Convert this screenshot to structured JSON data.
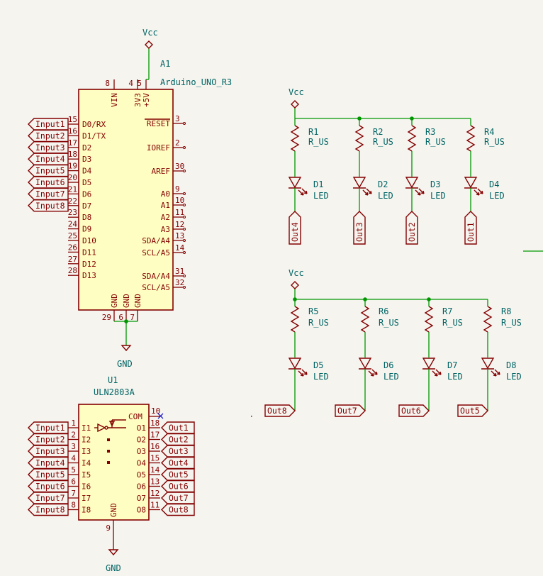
{
  "power": {
    "vcc": "Vcc",
    "gnd": "GND"
  },
  "arduino": {
    "ref": "A1",
    "value": "Arduino_UNO_R3",
    "left_pins": [
      {
        "num": "15",
        "name": "D0/RX",
        "label": "Input1"
      },
      {
        "num": "16",
        "name": "D1/TX",
        "label": "Input2"
      },
      {
        "num": "17",
        "name": "D2",
        "label": "Input3"
      },
      {
        "num": "18",
        "name": "D3",
        "label": "Input4"
      },
      {
        "num": "19",
        "name": "D4",
        "label": "Input5"
      },
      {
        "num": "20",
        "name": "D5",
        "label": "Input6"
      },
      {
        "num": "21",
        "name": "D6",
        "label": "Input7"
      },
      {
        "num": "22",
        "name": "D7",
        "label": "Input8"
      },
      {
        "num": "23",
        "name": "D8",
        "label": ""
      },
      {
        "num": "24",
        "name": "D9",
        "label": ""
      },
      {
        "num": "25",
        "name": "D10",
        "label": ""
      },
      {
        "num": "26",
        "name": "D11",
        "label": ""
      },
      {
        "num": "27",
        "name": "D12",
        "label": ""
      },
      {
        "num": "28",
        "name": "D13",
        "label": ""
      }
    ],
    "right_pins": [
      {
        "num": "3",
        "name": "RESET"
      },
      {
        "num": "2",
        "name": "IOREF"
      },
      {
        "num": "30",
        "name": "AREF"
      },
      {
        "num": "9",
        "name": "A0"
      },
      {
        "num": "10",
        "name": "A1"
      },
      {
        "num": "11",
        "name": "A2"
      },
      {
        "num": "12",
        "name": "A3"
      },
      {
        "num": "13",
        "name": "SDA/A4"
      },
      {
        "num": "14",
        "name": "SCL/A5"
      },
      {
        "num": "31",
        "name": "SDA/A4"
      },
      {
        "num": "32",
        "name": "SCL/A5"
      }
    ],
    "top_pins": [
      {
        "num": "8",
        "name": "VIN"
      },
      {
        "num": "4",
        "name": "3V3"
      },
      {
        "num": "5",
        "name": "+5V"
      }
    ],
    "bottom_pins": [
      {
        "num": "29",
        "name": "GND"
      },
      {
        "num": "6",
        "name": "GND"
      },
      {
        "num": "7",
        "name": "GND"
      }
    ]
  },
  "uln": {
    "ref": "U1",
    "value": "ULN2803A",
    "com_label": "COM",
    "com_pin": "10",
    "gnd_label": "GND",
    "gnd_pin": "9",
    "inputs": [
      {
        "num": "1",
        "name": "I1",
        "label": "Input1"
      },
      {
        "num": "2",
        "name": "I2",
        "label": "Input2"
      },
      {
        "num": "3",
        "name": "I3",
        "label": "Input3"
      },
      {
        "num": "4",
        "name": "I4",
        "label": "Input4"
      },
      {
        "num": "5",
        "name": "I5",
        "label": "Input5"
      },
      {
        "num": "6",
        "name": "I6",
        "label": "Input6"
      },
      {
        "num": "7",
        "name": "I7",
        "label": "Input7"
      },
      {
        "num": "8",
        "name": "I8",
        "label": "Input8"
      }
    ],
    "outputs": [
      {
        "num": "18",
        "name": "O1",
        "label": "Out1"
      },
      {
        "num": "17",
        "name": "O2",
        "label": "Out2"
      },
      {
        "num": "16",
        "name": "O3",
        "label": "Out3"
      },
      {
        "num": "15",
        "name": "O4",
        "label": "Out4"
      },
      {
        "num": "14",
        "name": "O5",
        "label": "Out5"
      },
      {
        "num": "13",
        "name": "O6",
        "label": "Out6"
      },
      {
        "num": "12",
        "name": "O7",
        "label": "Out7"
      },
      {
        "num": "11",
        "name": "O8",
        "label": "Out8"
      }
    ]
  },
  "led_bank_top": [
    {
      "r_ref": "R1",
      "r_val": "R_US",
      "d_ref": "D1",
      "d_val": "LED",
      "out": "Out4"
    },
    {
      "r_ref": "R2",
      "r_val": "R_US",
      "d_ref": "D2",
      "d_val": "LED",
      "out": "Out3"
    },
    {
      "r_ref": "R3",
      "r_val": "R_US",
      "d_ref": "D3",
      "d_val": "LED",
      "out": "Out2"
    },
    {
      "r_ref": "R4",
      "r_val": "R_US",
      "d_ref": "D4",
      "d_val": "LED",
      "out": "Out1"
    }
  ],
  "led_bank_bottom": [
    {
      "r_ref": "R5",
      "r_val": "R_US",
      "d_ref": "D5",
      "d_val": "LED",
      "out": "Out8"
    },
    {
      "r_ref": "R6",
      "r_val": "R_US",
      "d_ref": "D6",
      "d_val": "LED",
      "out": "Out7"
    },
    {
      "r_ref": "R7",
      "r_val": "R_US",
      "d_ref": "D7",
      "d_val": "LED",
      "out": "Out6"
    },
    {
      "r_ref": "R8",
      "r_val": "R_US",
      "d_ref": "D8",
      "d_val": "LED",
      "out": "Out5"
    }
  ]
}
